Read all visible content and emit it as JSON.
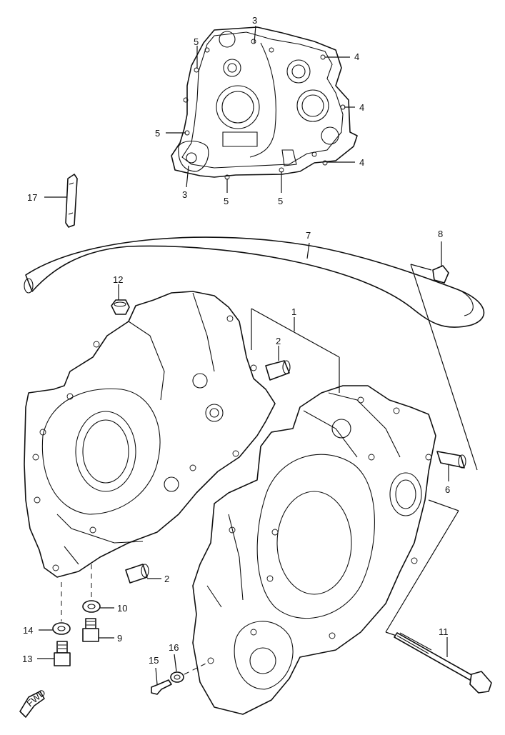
{
  "diagram": {
    "callouts": [
      {
        "id": "c1",
        "text": "1"
      },
      {
        "id": "c2a",
        "text": "2"
      },
      {
        "id": "c2b",
        "text": "2"
      },
      {
        "id": "c3a",
        "text": "3"
      },
      {
        "id": "c3b",
        "text": "3"
      },
      {
        "id": "c4a",
        "text": "4"
      },
      {
        "id": "c4b",
        "text": "4"
      },
      {
        "id": "c4c",
        "text": "4"
      },
      {
        "id": "c5a",
        "text": "5"
      },
      {
        "id": "c5b",
        "text": "5"
      },
      {
        "id": "c5c",
        "text": "5"
      },
      {
        "id": "c5d",
        "text": "5"
      },
      {
        "id": "c6",
        "text": "6"
      },
      {
        "id": "c7",
        "text": "7"
      },
      {
        "id": "c8",
        "text": "8"
      },
      {
        "id": "c9",
        "text": "9"
      },
      {
        "id": "c10",
        "text": "10"
      },
      {
        "id": "c11",
        "text": "11"
      },
      {
        "id": "c12",
        "text": "12"
      },
      {
        "id": "c13",
        "text": "13"
      },
      {
        "id": "c14",
        "text": "14"
      },
      {
        "id": "c15",
        "text": "15"
      },
      {
        "id": "c16",
        "text": "16"
      },
      {
        "id": "c17",
        "text": "17"
      }
    ],
    "fwd_label": "FWD"
  }
}
